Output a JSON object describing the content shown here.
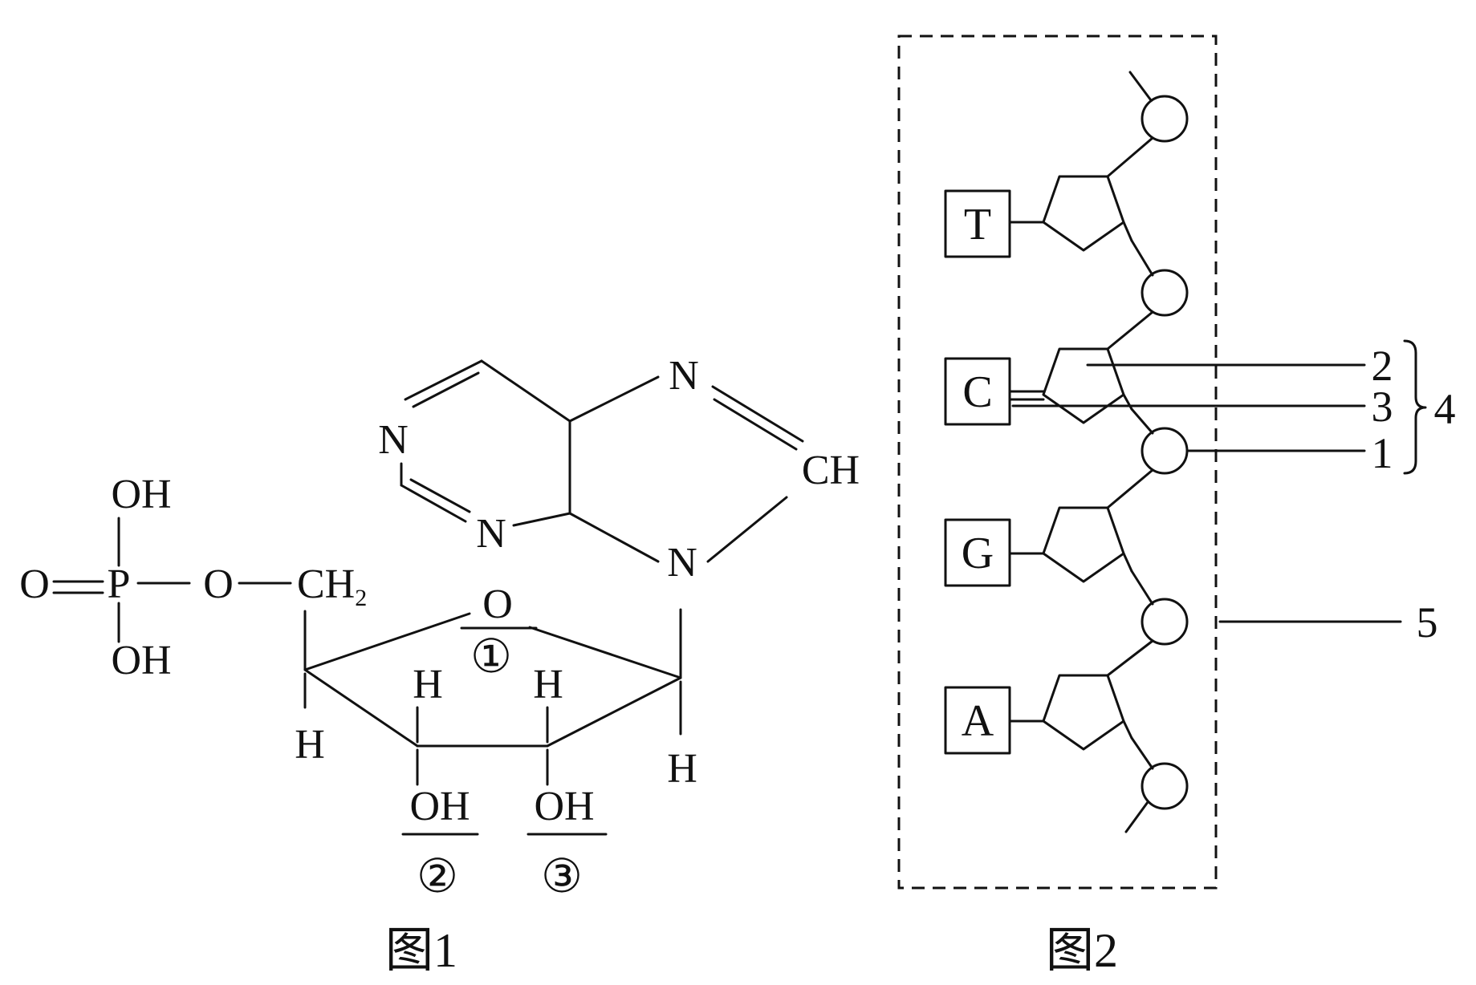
{
  "figure1": {
    "caption": "图1",
    "phosphate": {
      "p": "P",
      "o_double": "O",
      "oh_top": "OH",
      "oh_bottom": "OH",
      "o_link": "O"
    },
    "ch2": {
      "ch": "CH",
      "sub": "2"
    },
    "ring_oxygen": "O",
    "base_atoms": {
      "n_upper_right": "N",
      "n_left": "N",
      "n_lower": "N",
      "ch": "CH",
      "n_glycosidic": "N"
    },
    "sugar_h": {
      "c4": "H",
      "c3": "H",
      "c2": "H",
      "c1": "H"
    },
    "hydroxyls": {
      "c3": "OH",
      "c2": "OH"
    },
    "markers": {
      "m1": "①",
      "m2": "②",
      "m3": "③"
    }
  },
  "figure2": {
    "caption": "图2",
    "bases": [
      "T",
      "C",
      "G",
      "A"
    ],
    "labels": {
      "l2": "2",
      "l3": "3",
      "l1": "1",
      "l4": "4",
      "l5": "5"
    }
  }
}
